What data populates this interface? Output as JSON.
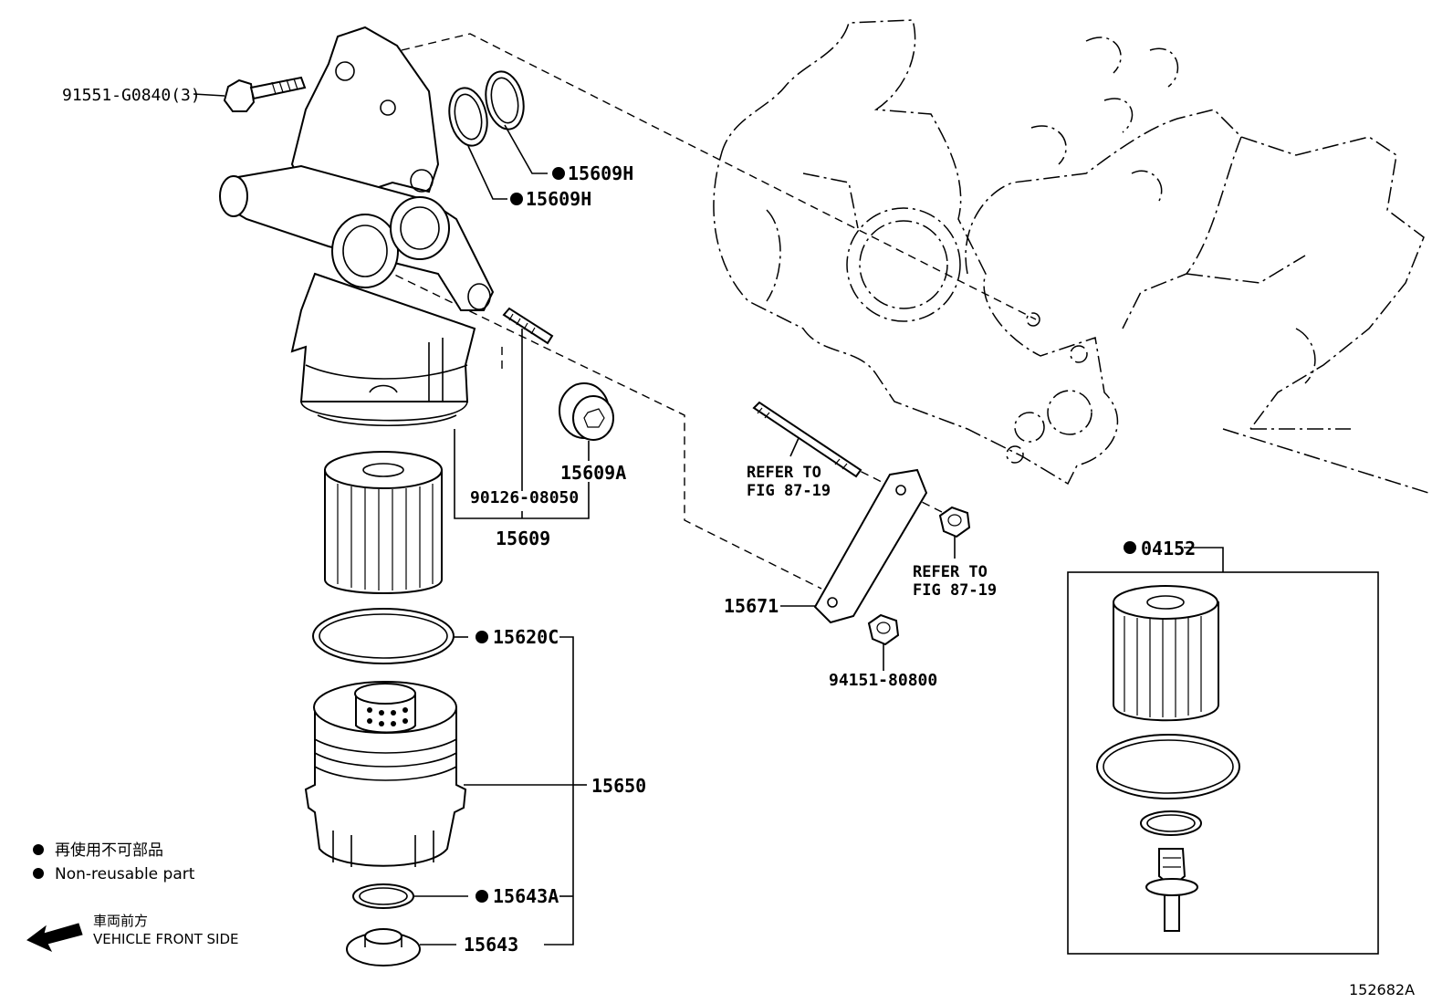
{
  "parts": {
    "bolt": "91551-G0840(3)",
    "gasket_upper": "15609H",
    "gasket_lower": "15609H",
    "plug": "15609A",
    "stud": "90126-08050",
    "housing_assy": "15609",
    "stud_ref": "REFER TO",
    "stud_ref_fig": "FIG 87-19",
    "nut_ref": "REFER TO",
    "nut_ref_fig": "FIG 87-19",
    "bracket": "15671",
    "nut": "94151-80800",
    "element_kit": "04152",
    "oring_cap": "15620C",
    "cap_assy": "15650",
    "oring_drain": "15643A",
    "drain_plug": "15643"
  },
  "legend": {
    "jp_line": "再使用不可部品",
    "en_line": "Non-reusable part",
    "front_jp": "車両前方",
    "front_en": "VEHICLE FRONT SIDE"
  },
  "figure_id": "152682A",
  "icons": {
    "non_reusable_marker": "filled-circle",
    "front_arrow": "arrow-left"
  }
}
